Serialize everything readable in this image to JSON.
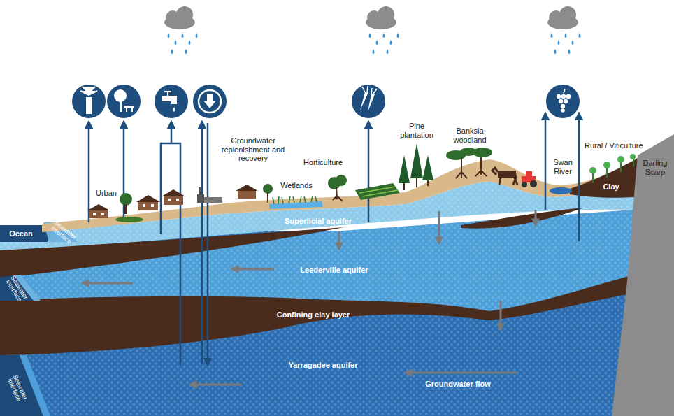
{
  "diagram": {
    "labels": [
      "Groundwater replenishment and recovery",
      "Urban",
      "Wetlands",
      "Horticulture",
      "Pine plantation",
      "Banksia woodland",
      "Swan River",
      "Rural / Viticulture",
      "Darling Scarp",
      "Clay",
      "Ocean",
      "Seawater interface",
      "Superficial aquifer",
      "Leederville aquifer",
      "Seawater interface",
      "Confining clay layer",
      "Yarragadee aquifer",
      "Groundwater flow",
      "Seawater interface"
    ]
  }
}
